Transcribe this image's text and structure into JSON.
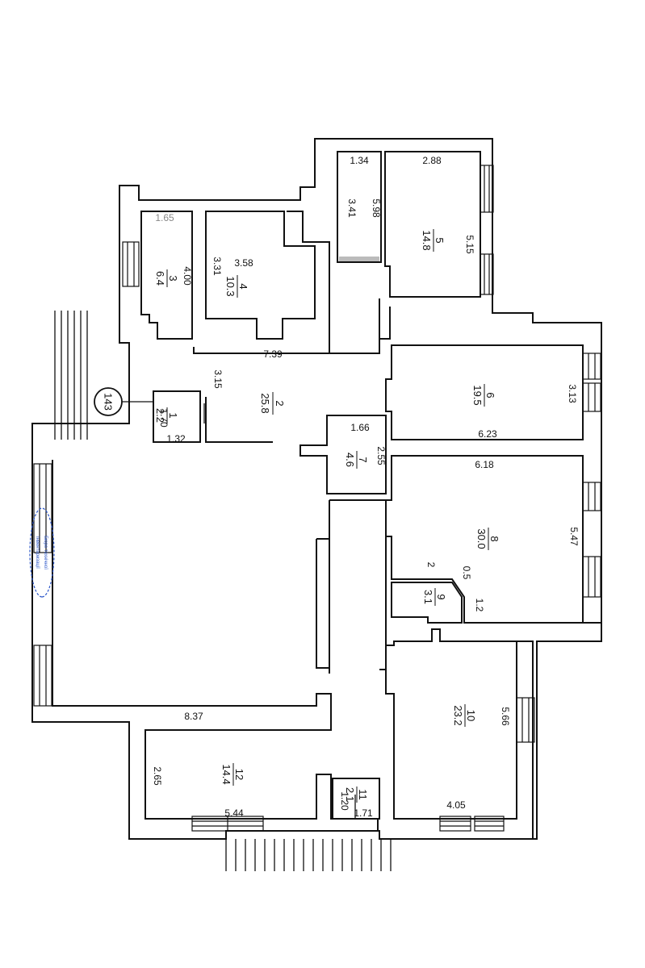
{
  "plan": {
    "building_number": "143",
    "stamp": {
      "color": "#2b56c9",
      "lines": [
        "Бюро технічної",
        "інвентаризації"
      ]
    },
    "rooms": [
      {
        "id": "1",
        "number": "1",
        "area": "2.2"
      },
      {
        "id": "2",
        "number": "2",
        "area": "25.8"
      },
      {
        "id": "3",
        "number": "3",
        "area": "6.4"
      },
      {
        "id": "4",
        "number": "4",
        "area": "10.3"
      },
      {
        "id": "5",
        "number": "5",
        "area": "14.8"
      },
      {
        "id": "6",
        "number": "6",
        "area": "19.5"
      },
      {
        "id": "7",
        "number": "7",
        "area": "4.6"
      },
      {
        "id": "8",
        "number": "8",
        "area": "30.0"
      },
      {
        "id": "9",
        "number": "9",
        "area": "3.1"
      },
      {
        "id": "10",
        "number": "10",
        "area": "23.2"
      },
      {
        "id": "11",
        "number": "11",
        "area": "2.1"
      },
      {
        "id": "12",
        "number": "12",
        "area": "14.4"
      }
    ],
    "dimensions": [
      {
        "id": "d1",
        "value": "1.34"
      },
      {
        "id": "d2",
        "value": "2.88"
      },
      {
        "id": "d3",
        "value": "3.41"
      },
      {
        "id": "d4",
        "value": "5.98"
      },
      {
        "id": "d5",
        "value": "5.15"
      },
      {
        "id": "d6",
        "value": "1.65"
      },
      {
        "id": "d7",
        "value": "4.00"
      },
      {
        "id": "d8",
        "value": "3.31"
      },
      {
        "id": "d9",
        "value": "3.58"
      },
      {
        "id": "d10",
        "value": "7.39"
      },
      {
        "id": "d11",
        "value": "3.15"
      },
      {
        "id": "d12",
        "value": "3.13"
      },
      {
        "id": "d13",
        "value": "1.70"
      },
      {
        "id": "d14",
        "value": "1.32"
      },
      {
        "id": "d15",
        "value": "1.66"
      },
      {
        "id": "d16",
        "value": "2.55"
      },
      {
        "id": "d17",
        "value": "6.23"
      },
      {
        "id": "d18",
        "value": "6.18"
      },
      {
        "id": "d19",
        "value": "5.47"
      },
      {
        "id": "d20",
        "value": "2"
      },
      {
        "id": "d21",
        "value": "0.5"
      },
      {
        "id": "d22",
        "value": "1.2"
      },
      {
        "id": "d23",
        "value": "8.37"
      },
      {
        "id": "d24",
        "value": "5.66"
      },
      {
        "id": "d25",
        "value": "2.65"
      },
      {
        "id": "d26",
        "value": "5.44"
      },
      {
        "id": "d27",
        "value": "1.20"
      },
      {
        "id": "d28",
        "value": "1.71"
      },
      {
        "id": "d29",
        "value": "4.05"
      }
    ]
  }
}
